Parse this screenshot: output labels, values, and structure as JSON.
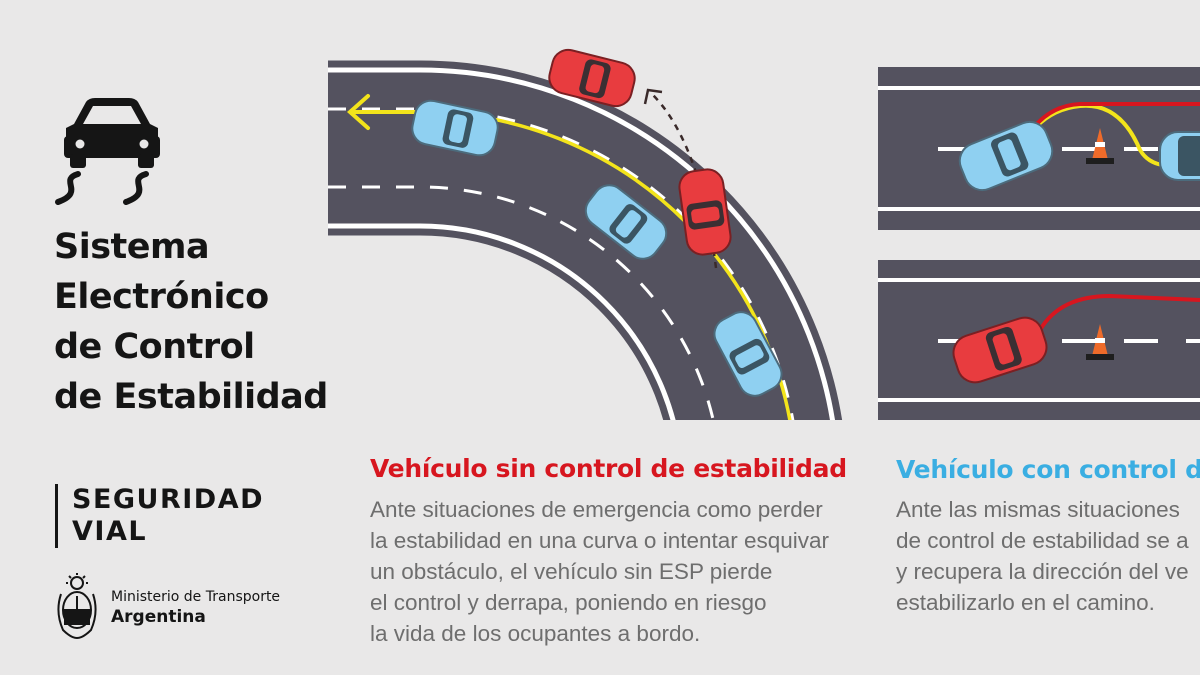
{
  "header": {
    "title_lines": [
      "Sistema",
      "Electrónico",
      "de Control",
      "de Estabilidad"
    ]
  },
  "branding": {
    "program_lines": [
      "SEGURIDAD",
      "VIAL"
    ],
    "ministry_line1": "Ministerio de Transporte",
    "ministry_line2": "Argentina"
  },
  "sections": {
    "without_esp": {
      "title": "Vehículo sin control de estabilidad",
      "text_lines": [
        "Ante situaciones de emergencia como perder",
        "la estabilidad en una curva o intentar esquivar",
        "un obstáculo, el vehículo sin ESP pierde",
        "el control y derrapa, poniendo en riesgo",
        "la vida de los ocupantes a bordo."
      ]
    },
    "with_esp": {
      "title": "Vehículo con control de",
      "text_lines": [
        "Ante las mismas situaciones",
        "de control de estabilidad se a",
        "y recupera la dirección del ve",
        "estabilizarlo en el camino."
      ]
    }
  },
  "icons": {
    "esp": "skidding-car-icon",
    "crest": "national-coat-of-arms-icon"
  },
  "colors": {
    "background": "#e9e8e8",
    "road": "#54525f",
    "car_red": "#e83c3f",
    "car_blue": "#8fd0f1",
    "title_red": "#d7161f",
    "title_blue": "#3aaee2",
    "center_line": "#f3e41b",
    "cone": "#ef6b2a"
  }
}
